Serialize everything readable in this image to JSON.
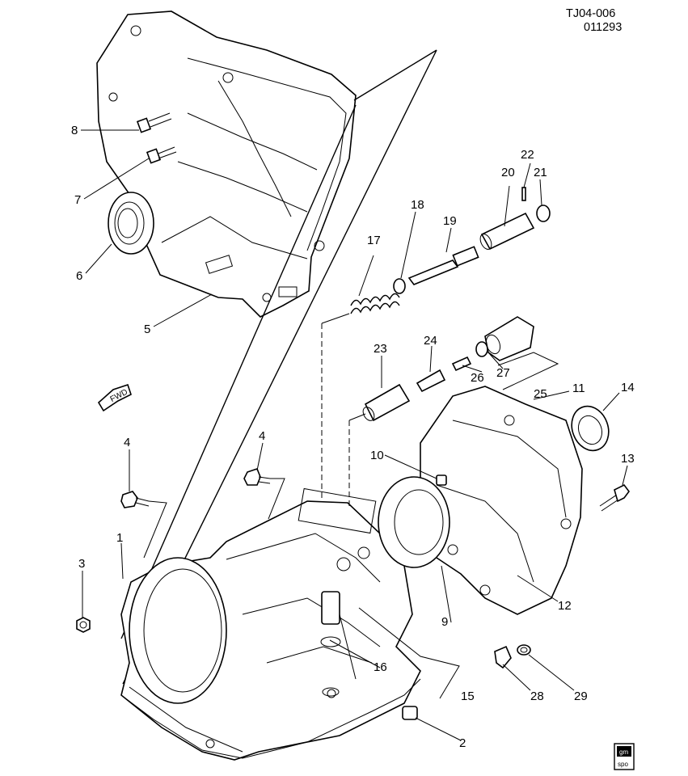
{
  "drawing": {
    "ref_code": "TJ04-006",
    "ref_date": "011293",
    "fwd_label": "FWD",
    "logo_top": "gm",
    "logo_bottom": "spo"
  },
  "callouts": {
    "c1": "1",
    "c2": "2",
    "c3": "3",
    "c4a": "4",
    "c4b": "4",
    "c5": "5",
    "c6": "6",
    "c7": "7",
    "c8": "8",
    "c9": "9",
    "c10": "10",
    "c11": "11",
    "c12": "12",
    "c13": "13",
    "c14": "14",
    "c15": "15",
    "c16": "16",
    "c17": "17",
    "c18": "18",
    "c19": "19",
    "c20": "20",
    "c21": "21",
    "c22": "22",
    "c23": "23",
    "c24": "24",
    "c25": "25",
    "c26": "26",
    "c27": "27",
    "c28": "28",
    "c29": "29"
  }
}
